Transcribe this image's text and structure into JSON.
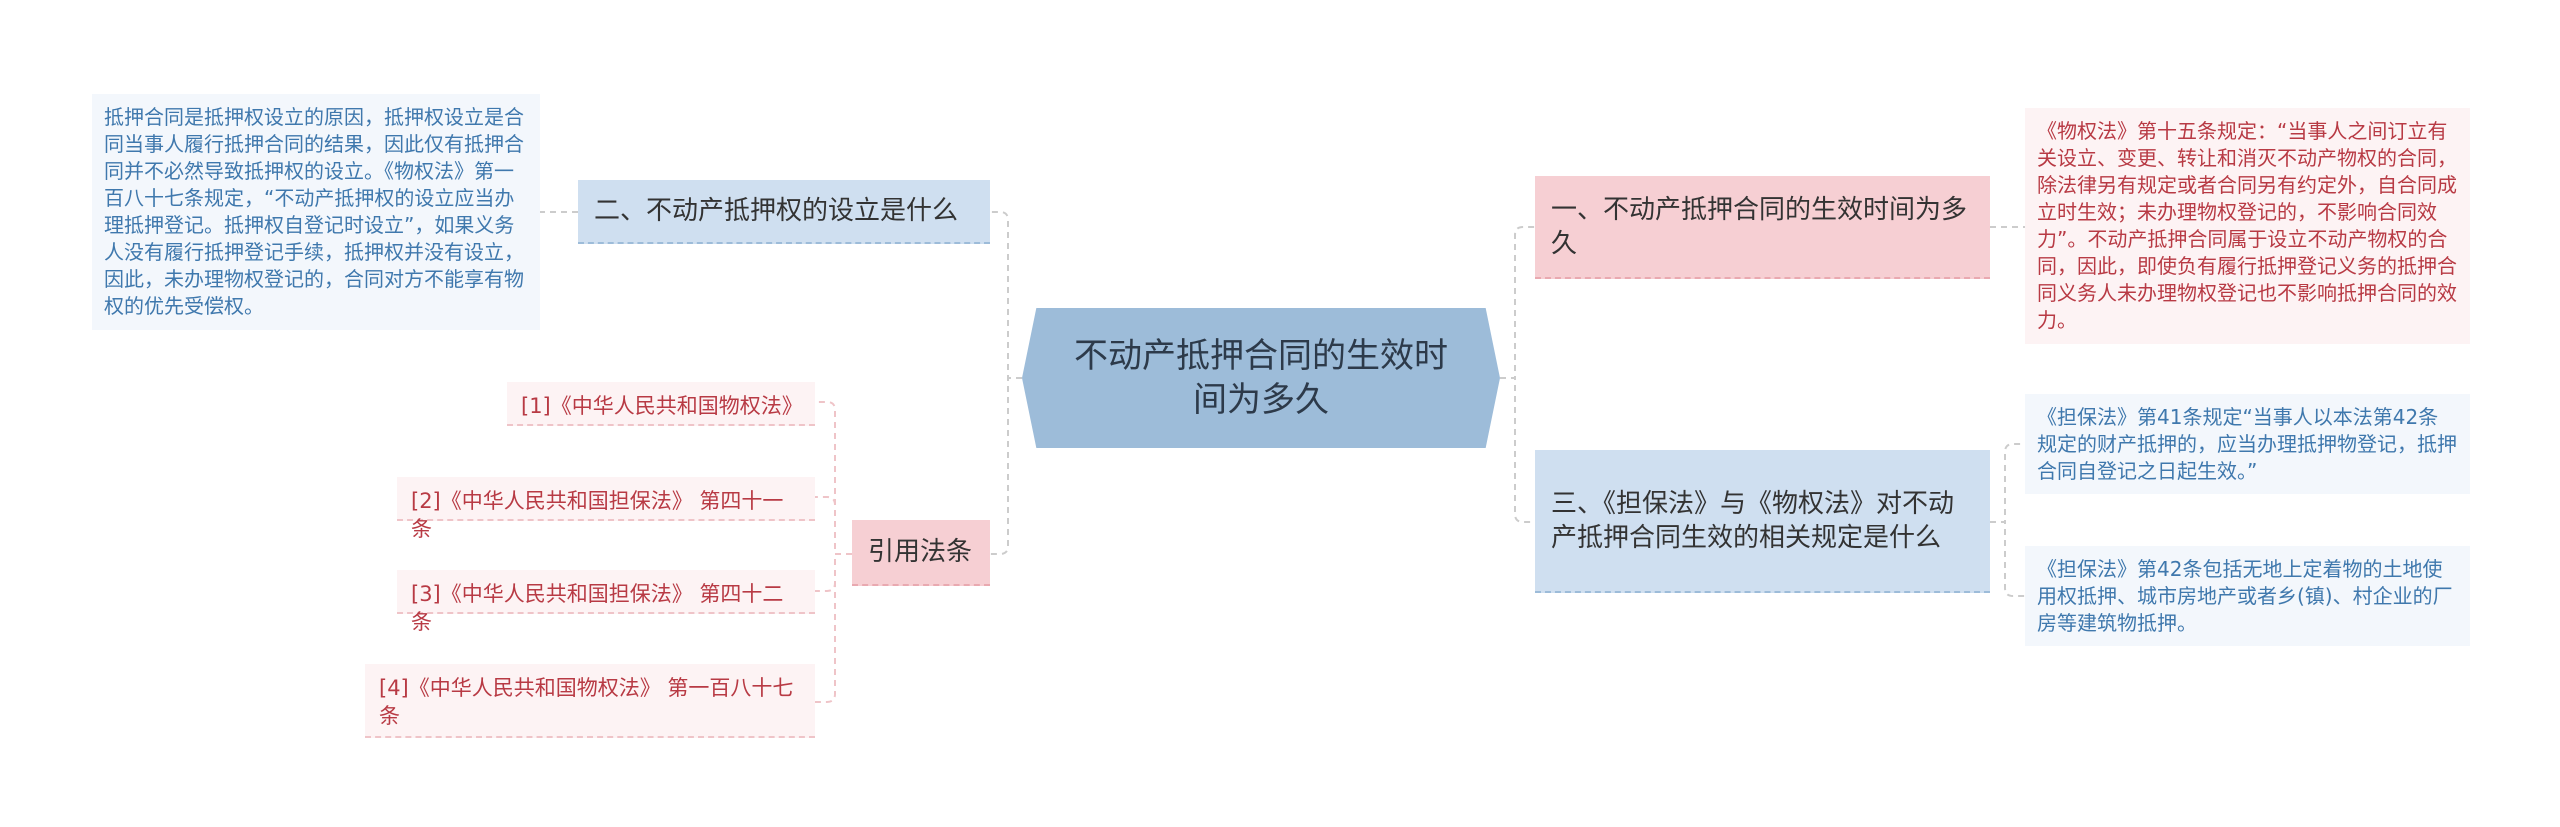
{
  "center_title": "不动产抵押合同的生效时间为多久",
  "branches": {
    "b1": "一、不动产抵押合同的生效时间为多久",
    "b2": "二、不动产抵押权的设立是什么",
    "b3": "三、《担保法》与《物权法》对不动产抵押合同生效的相关规定是什么",
    "refs": "引用法条"
  },
  "leaves": {
    "b1_detail": "《物权法》第十五条规定：“当事人之间订立有关设立、变更、转让和消灭不动产物权的合同，除法律另有规定或者合同另有约定外，自合同成立时生效；未办理物权登记的，不影响合同效力”。不动产抵押合同属于设立不动产物权的合同，因此，即使负有履行抵押登记义务的抵押合同义务人未办理物权登记也不影响抵押合同的效力。",
    "b2_detail": "抵押合同是抵押权设立的原因，抵押权设立是合同当事人履行抵押合同的结果，因此仅有抵押合同并不必然导致抵押权的设立。《物权法》第一百八十七条规定，“不动产抵押权的设立应当办理抵押登记。抵押权自登记时设立”，如果义务人没有履行抵押登记手续，抵押权并没有设立，因此，未办理物权登记的，合同对方不能享有物权的优先受偿权。",
    "b3_detail_1": "《担保法》第41条规定“当事人以本法第42条规定的财产抵押的，应当办理抵押物登记，抵押合同自登记之日起生效。”",
    "b3_detail_2": "《担保法》第42条包括无地上定着物的土地使用权抵押、城市房地产或者乡(镇)、村企业的厂房等建筑物抵押。"
  },
  "references": [
    "[1]《中华人民共和国物权法》",
    "[2]《中华人民共和国担保法》 第四十一条",
    "[3]《中华人民共和国担保法》 第四十二条",
    "[4]《中华人民共和国物权法》 第一百八十七条"
  ],
  "colors": {
    "center_fill": "#9dbcd9",
    "blue_branch": "#cfdff0",
    "pink_branch": "#f6cfd3",
    "blue_text": "#3f78ad",
    "pink_text": "#b83a44",
    "connector": "#c9c9c9"
  }
}
